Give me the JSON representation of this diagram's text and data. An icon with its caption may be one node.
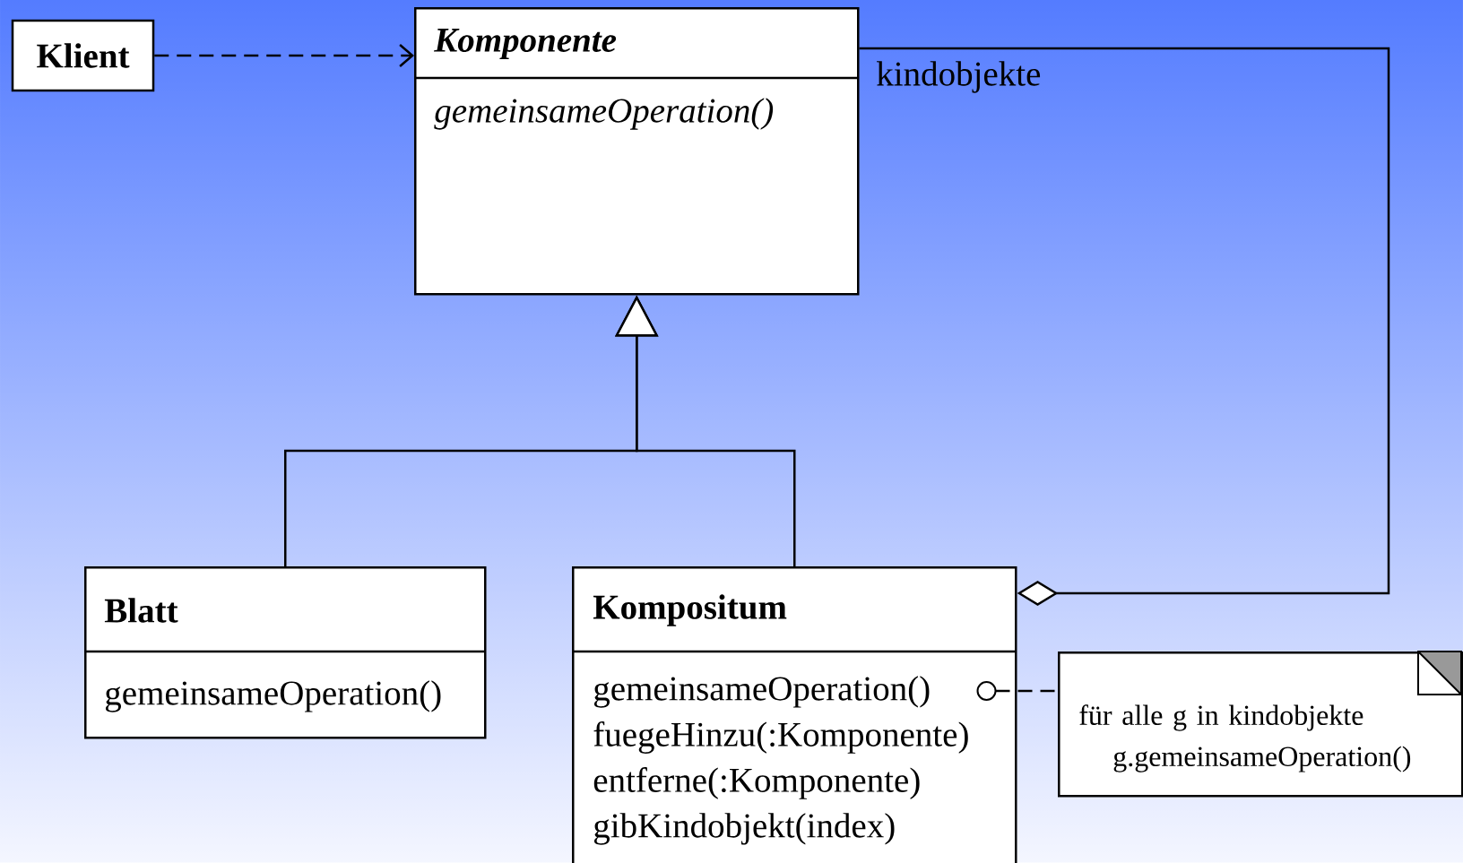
{
  "diagram": {
    "nodes": [
      {
        "text": [
          "Klient"
        ]
      },
      {
        "text": [
          "Komponente",
          "gemeinsameOperation()"
        ]
      },
      {
        "text": [
          "Blatt",
          "gemeinsameOperation()"
        ]
      },
      {
        "text": [
          "Kompositum",
          "gemeinsameOperation()",
          "fuegeHinzu(:Komponente)",
          "entferne(:Komponente)",
          "gibKindobjekt(index)"
        ]
      },
      {
        "text": [
          "für alle g in kindobjekte g.gemeinsameOperation()"
        ]
      }
    ],
    "edges": [
      {
        "from": 0,
        "to": 1,
        "arrow": "to",
        "style": "dashed"
      },
      {
        "from": 2,
        "to": 1,
        "arrow": "to"
      },
      {
        "from": 3,
        "to": 1,
        "arrow": "to"
      },
      {
        "from": 3,
        "to": 1,
        "arrow": "other",
        "label": "kindobjekte"
      },
      {
        "from": 3,
        "to": 4,
        "arrow": "other",
        "style": "dashed"
      }
    ]
  }
}
